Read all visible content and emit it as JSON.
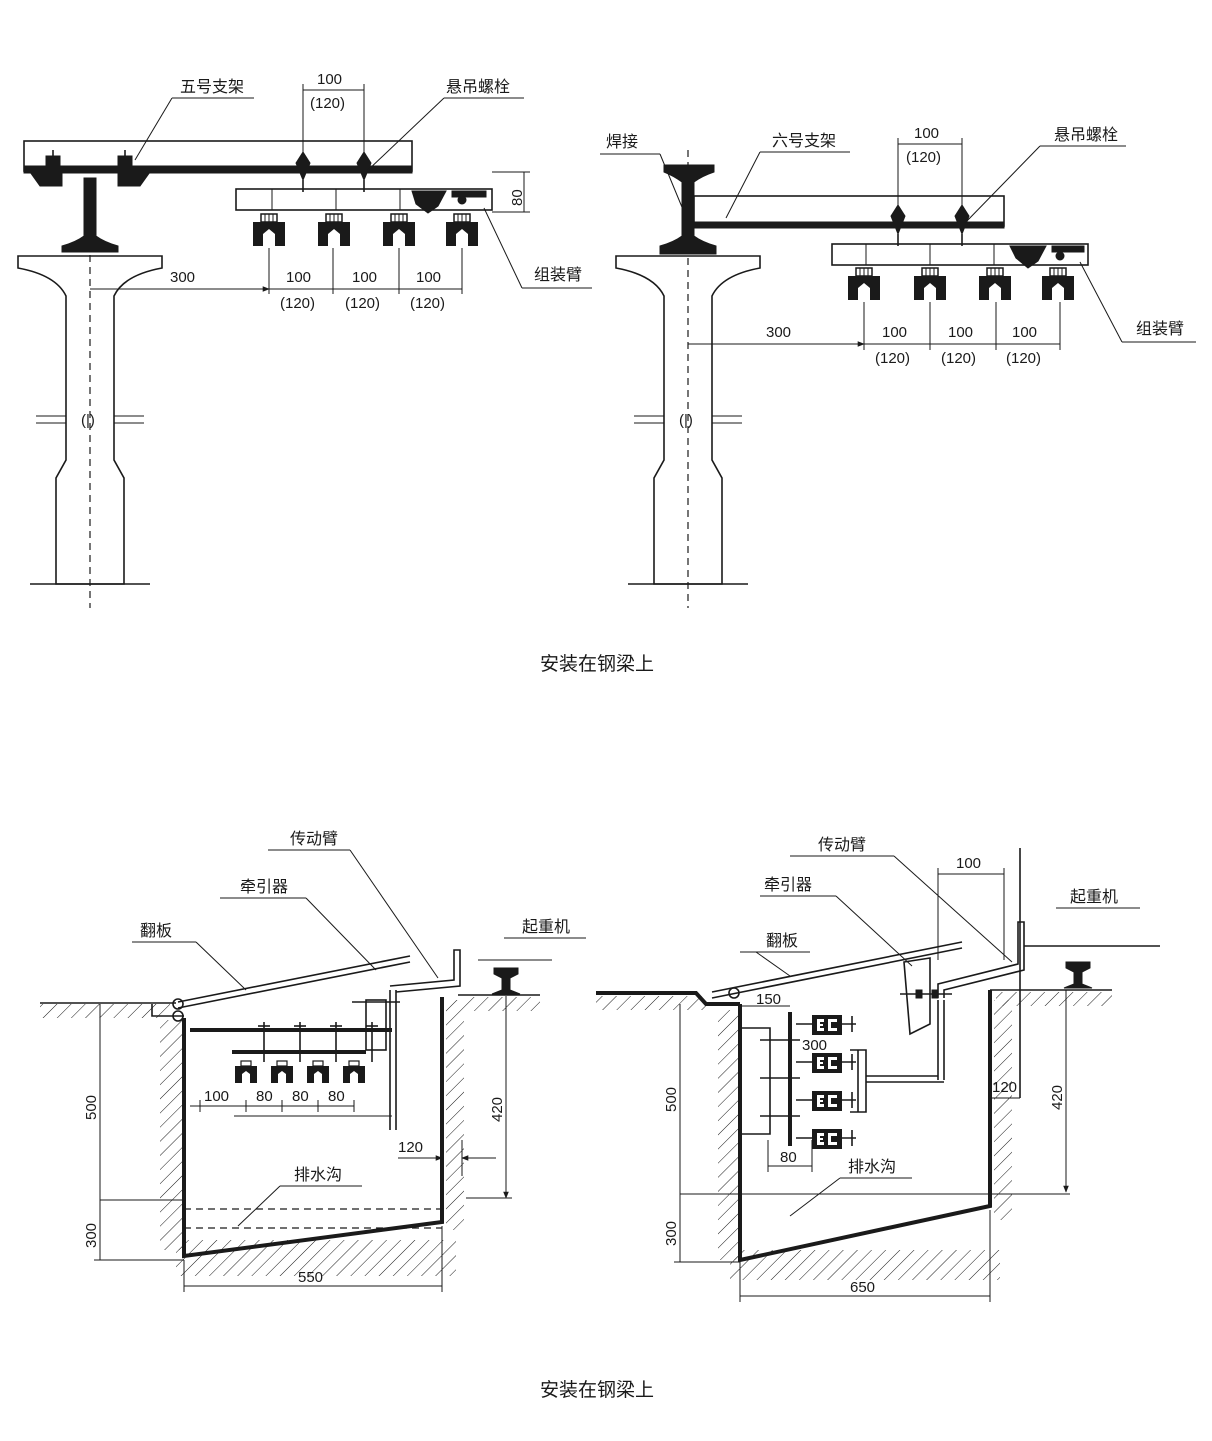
{
  "diagram_top": {
    "left": {
      "bracket_label": "五号支架",
      "bolt_label": "悬吊螺栓",
      "arm_label": "组装臂",
      "dim_bolt": "100",
      "dim_bolt_alt": "(120)",
      "dim_height": "80",
      "dim_offset": "300",
      "dim_spacing": [
        "100",
        "100",
        "100"
      ],
      "dim_spacing_alt": [
        "(120)",
        "(120)",
        "(120)"
      ],
      "center_mark": "(|)"
    },
    "right": {
      "weld_label": "焊接",
      "bracket_label": "六号支架",
      "bolt_label": "悬吊螺栓",
      "arm_label": "组装臂",
      "dim_bolt": "100",
      "dim_bolt_alt": "(120)",
      "dim_offset": "300",
      "dim_spacing": [
        "100",
        "100",
        "100"
      ],
      "dim_spacing_alt": [
        "(120)",
        "(120)",
        "(120)"
      ],
      "center_mark": "(|)"
    },
    "caption": "安装在钢梁上"
  },
  "diagram_bottom": {
    "left": {
      "drive_arm_label": "传动臂",
      "tractor_label": "牵引器",
      "flap_label": "翻板",
      "crane_label": "起重机",
      "drain_label": "排水沟",
      "dim_depth": "500",
      "dim_drain": "300",
      "dim_width": "550",
      "dim_rail": "420",
      "dim_gap": "120",
      "dim_rows": [
        "100",
        "80",
        "80",
        "80"
      ]
    },
    "right": {
      "drive_arm_label": "传动臂",
      "tractor_label": "牵引器",
      "flap_label": "翻板",
      "crane_label": "起重机",
      "drain_label": "排水沟",
      "dim_top": "100",
      "dim_150": "150",
      "dim_300": "300",
      "dim_depth": "500",
      "dim_drain": "300",
      "dim_width": "650",
      "dim_rail": "420",
      "dim_gap": "120",
      "dim_80": "80"
    },
    "caption": "安装在钢梁上"
  }
}
